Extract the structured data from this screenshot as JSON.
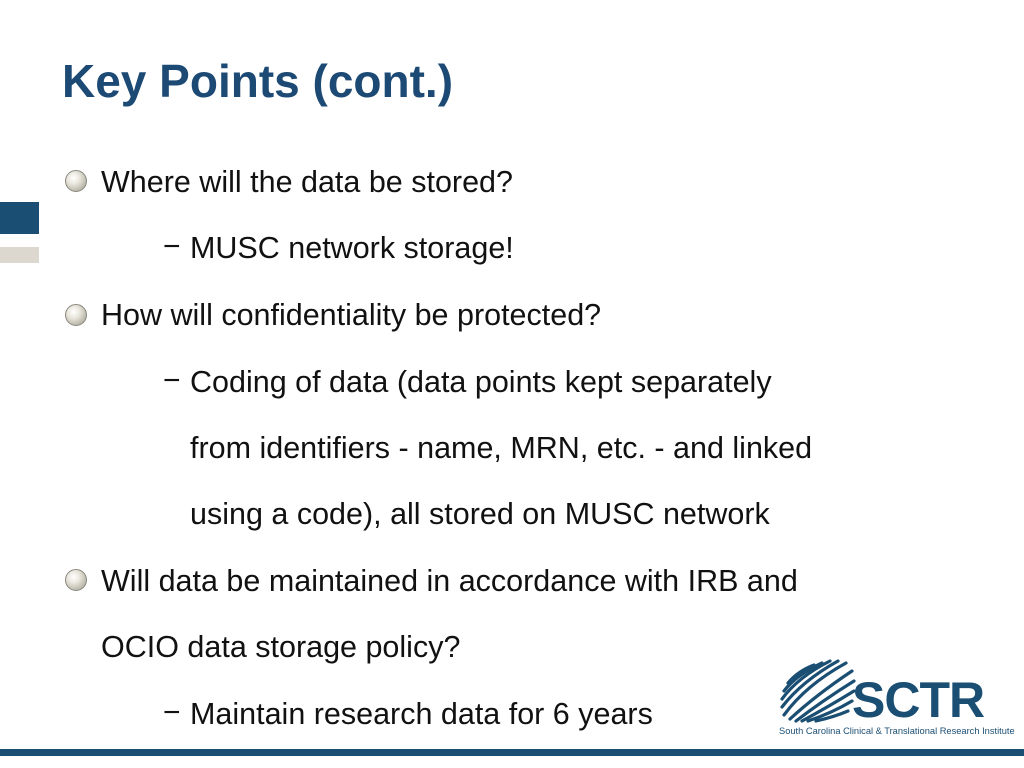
{
  "slide": {
    "title": "Key Points (cont.)",
    "bullets": [
      {
        "text": "Where will the data be stored?",
        "sub": [
          "MUSC network storage!"
        ]
      },
      {
        "text": "How will confidentiality be protected?",
        "sub_lines": [
          "Coding of data (data points kept separately",
          "from identifiers - name, MRN, etc. - and linked",
          "using a code), all stored on MUSC network"
        ]
      },
      {
        "text_lines": [
          "Will data be maintained in accordance with IRB and",
          "OCIO data storage policy?"
        ],
        "sub": [
          "Maintain research data for 6 years"
        ]
      }
    ],
    "dash": "−"
  },
  "logo": {
    "name": "SCTR",
    "tagline": "South Carolina Clinical & Translational Research Institute"
  },
  "colors": {
    "title": "#1c4a74",
    "accent": "#1b4e73",
    "accent_light": "#dcd8d0",
    "text": "#111111"
  },
  "icons": {
    "bullet": "round-bullet-icon",
    "logo": "sctr-logo-icon"
  }
}
